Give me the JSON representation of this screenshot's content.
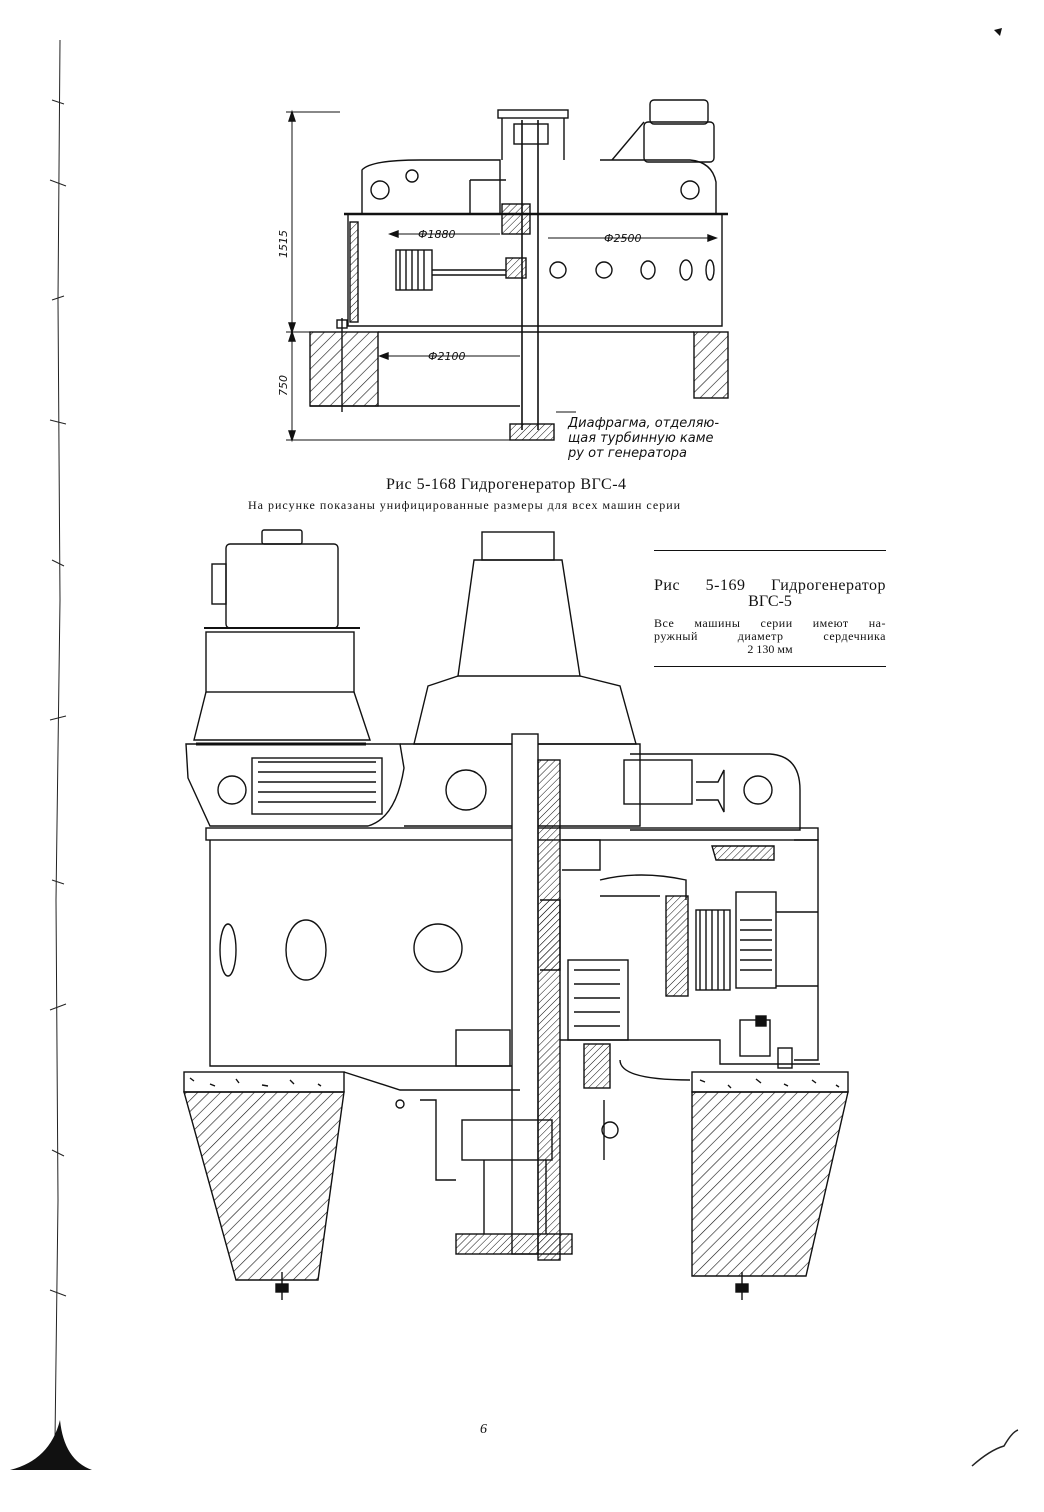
{
  "figure_168": {
    "caption": "Рис 5-168 Гидрогенератор ВГС-4",
    "subcaption": "На рисунке показаны унифицированные размеры для всех машин серии",
    "dimensions": {
      "height_total": "1515",
      "height_lower": "750",
      "diam_inner": "Ф1880",
      "diam_outer": "Ф2500",
      "diam_base": "Ф2100"
    },
    "note_lines": [
      "Диафрагма, отделяю-",
      "щая турбинную каме",
      "ру от генератора"
    ]
  },
  "figure_169": {
    "caption_line1": "Рис 5-169 Гидрогенератор",
    "caption_line2": "ВГС-5",
    "desc_line1": "Все машины серии имеют на-",
    "desc_line2": "ружный диаметр сердечника",
    "desc_line3": "2 130 мм"
  },
  "page_number": "6"
}
